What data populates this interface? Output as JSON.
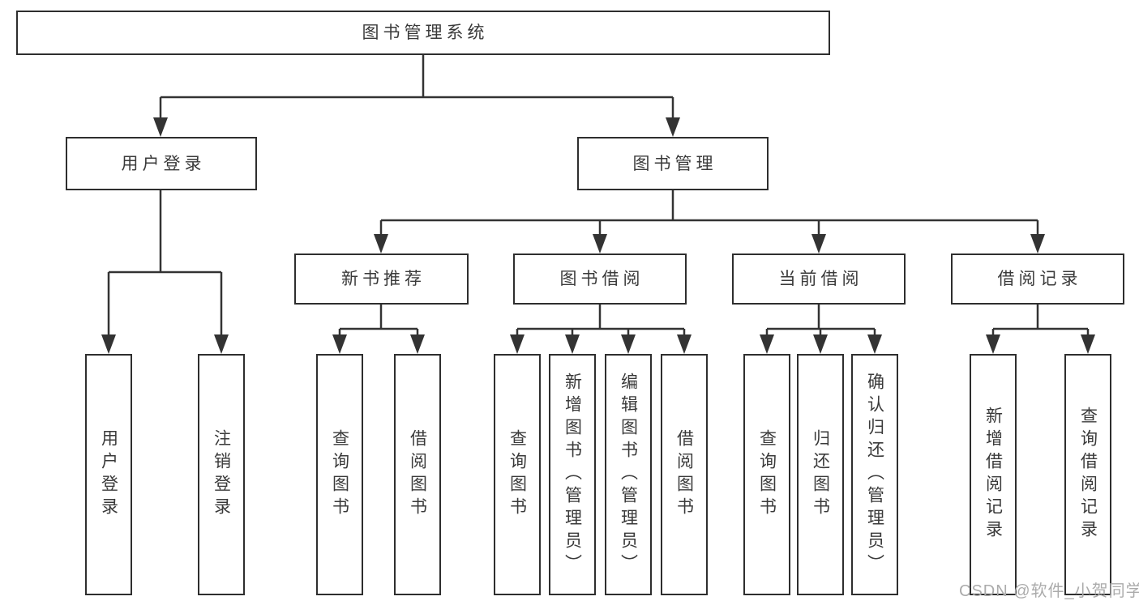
{
  "nodes": {
    "root": "图书管理系统",
    "user_login": "用户登录",
    "book_mgmt": "图书管理",
    "new_books": "新书推荐",
    "book_borrow": "图书借阅",
    "current_borrow": "当前借阅",
    "borrow_records": "借阅记录",
    "leaves": {
      "user_login": "用户登录",
      "logout": "注销登录",
      "nb_query": "查询图书",
      "nb_borrow": "借阅图书",
      "bb_query": "查询图书",
      "bb_add": "新增图书（管理员）",
      "bb_edit": "编辑图书（管理员）",
      "bb_borrow": "借阅图书",
      "cb_query": "查询图书",
      "cb_return": "归还图书",
      "cb_confirm": "确认归还（管理员）",
      "br_add": "新增借阅记录",
      "br_query": "查询借阅记录"
    }
  },
  "hierarchy": {
    "label": "图书管理系统",
    "children": [
      {
        "label": "用户登录",
        "children": [
          {
            "label": "用户登录"
          },
          {
            "label": "注销登录"
          }
        ]
      },
      {
        "label": "图书管理",
        "children": [
          {
            "label": "新书推荐",
            "children": [
              {
                "label": "查询图书"
              },
              {
                "label": "借阅图书"
              }
            ]
          },
          {
            "label": "图书借阅",
            "children": [
              {
                "label": "查询图书"
              },
              {
                "label": "新增图书（管理员）"
              },
              {
                "label": "编辑图书（管理员）"
              },
              {
                "label": "借阅图书"
              }
            ]
          },
          {
            "label": "当前借阅",
            "children": [
              {
                "label": "查询图书"
              },
              {
                "label": "归还图书"
              },
              {
                "label": "确认归还（管理员）"
              }
            ]
          },
          {
            "label": "借阅记录",
            "children": [
              {
                "label": "新增借阅记录"
              },
              {
                "label": "查询借阅记录"
              }
            ]
          }
        ]
      }
    ]
  },
  "watermark": "CSDN @软件_小贺同学",
  "colors": {
    "line": "#333333",
    "border": "#2e2e2e",
    "text": "#3a3a3a",
    "background": "#ffffff",
    "watermark": "#ababab"
  }
}
